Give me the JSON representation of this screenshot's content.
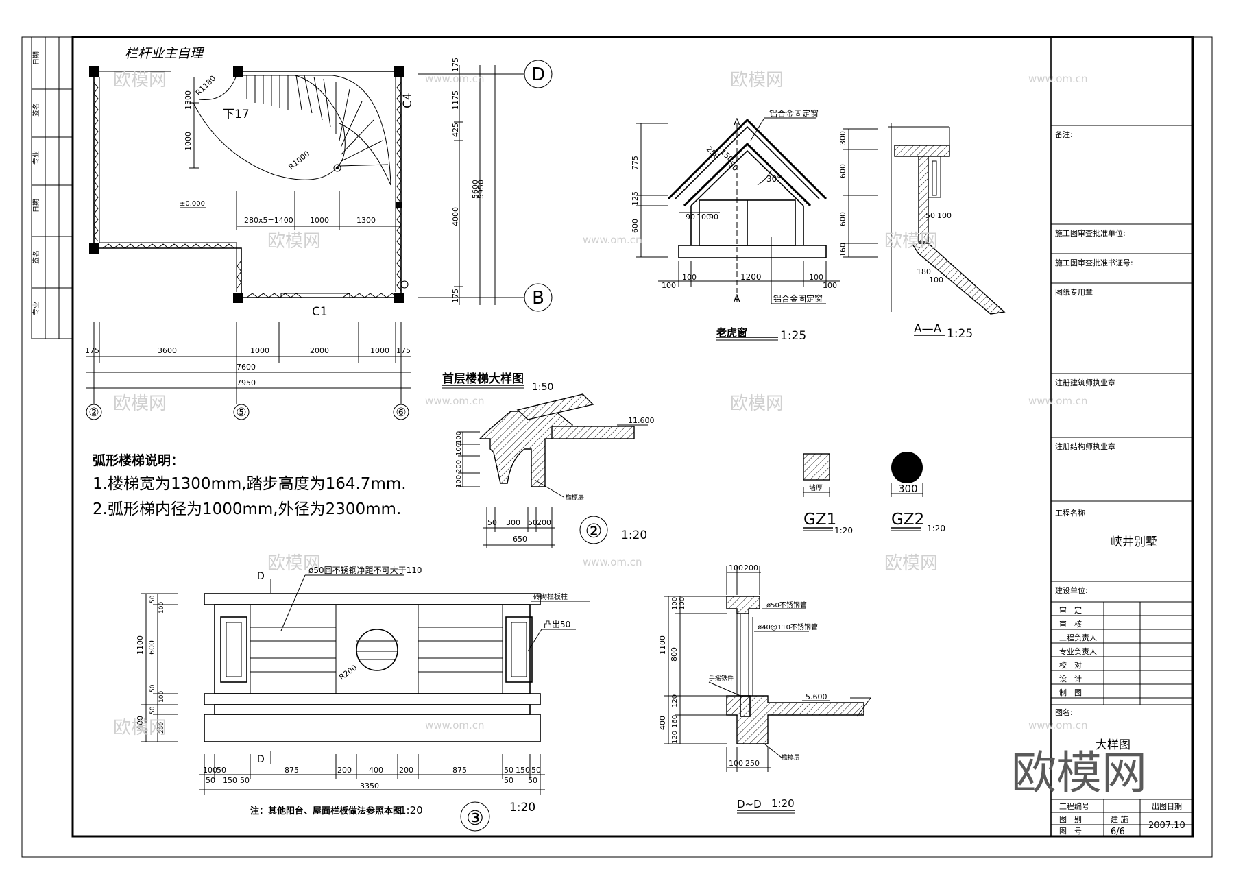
{
  "plan": {
    "railing_note": "栏杆业主自理",
    "stair_down": "下17",
    "r1180": "R1180",
    "r1000": "R1000",
    "elev": "±0.000",
    "c4": "C4",
    "c1": "C1",
    "axis_d": "D",
    "axis_b": "B",
    "axis_2": "②",
    "axis_5": "⑤",
    "axis_6": "⑥",
    "dim_1300": "1300",
    "dim_1000": "1000",
    "treads": "280x5=1400",
    "dim_1000b": "1000",
    "dim_1300b": "1300",
    "right_dims": [
      "175",
      "1175",
      "425",
      "4000",
      "175"
    ],
    "right_5600": "5600",
    "right_5950": "5950",
    "bottom_dims": [
      "175",
      "3600",
      "1000",
      "2000",
      "1000",
      "175"
    ],
    "bottom_7600": "7600",
    "bottom_7950": "7950"
  },
  "notes": {
    "heading": "弧形楼梯说明：",
    "line1": "1.楼梯宽为1300mm,踏步高度为164.7mm.",
    "line2": "2.弧形梯内径为1000mm,外径为2300mm."
  },
  "dormer": {
    "title": "老虎窗",
    "scale": "1:25",
    "label_fixed_top": "铝合金固定窗",
    "label_fixed_bot": "铝合金固定窗",
    "angle": "30°",
    "a_top": "A",
    "a_bot": "A",
    "left_dims": [
      "775",
      "125",
      "600"
    ],
    "bottom_dims": [
      "100",
      "100",
      "1200",
      "100",
      "100"
    ],
    "mid_dims": [
      "90",
      "100",
      "90"
    ],
    "slab_dims": [
      "250",
      "150",
      "50"
    ]
  },
  "section_aa": {
    "title": "A—A",
    "scale": "1:25",
    "dims_right": [
      "300",
      "600",
      "600",
      "160"
    ],
    "dims_small": [
      "50",
      "100",
      "180",
      "100"
    ]
  },
  "stair_detail": {
    "title": "首层楼梯大样图",
    "scale": "1:50",
    "elev": "11.600",
    "circle": "②",
    "circle_scale": "1:20",
    "left_dims": [
      "100",
      "100",
      "200",
      "100"
    ],
    "bottom_dims": [
      "50",
      "300",
      "50",
      "200"
    ],
    "total": "650",
    "label": "檐檩层"
  },
  "gz": {
    "gz1": "GZ1",
    "gz1_scale": "1:20",
    "gz1_label": "墙厚",
    "gz2": "GZ2",
    "gz2_scale": "1:20",
    "gz2_dim": "300"
  },
  "railing": {
    "top_note": "ø50圆不锈钢净距不可大于110",
    "right_note1": "砖砌栏板柱",
    "right_note2": "凸出50",
    "r200": "R200",
    "d_top": "D",
    "d_bot": "D",
    "left_dims": [
      "1100",
      "600",
      "400",
      "50",
      "100",
      "50",
      "100",
      "50",
      "200"
    ],
    "bottom_dims": [
      "100",
      "50",
      "875",
      "200",
      "400",
      "200",
      "875",
      "50",
      "150",
      "50"
    ],
    "bottom_dims2": [
      "50",
      "150",
      "50",
      "50",
      "50"
    ],
    "total": "3350",
    "footnote": "注：其他阳台、屋面栏板做法参照本图",
    "footnote_scale": "1:20",
    "circle": "③",
    "circle_scale": "1:20"
  },
  "section_dd": {
    "title": "D~D",
    "scale": "1:20",
    "pipe1": "ø50不锈钢管",
    "pipe2": "ø40@110不锈钢管",
    "label_handrail": "手摇铁件",
    "label_beam": "檐檩层",
    "elev": "5.600",
    "top_dims": [
      "100",
      "200"
    ],
    "left_dims": [
      "1100",
      "800",
      "400",
      "100",
      "100",
      "120",
      "160",
      "120"
    ],
    "bottom_dims": [
      "100",
      "250"
    ]
  },
  "title_block": {
    "remarks": "备注:",
    "review_unit": "施工图审查批准单位:",
    "review_cert": "施工图审查批准书证号:",
    "seal": "图纸专用章",
    "arch_seal": "注册建筑师执业章",
    "struct_seal": "注册结构师执业章",
    "project_label": "工程名称",
    "project_name": "峡井别墅",
    "client": "建设单位:",
    "roles": [
      "审　定",
      "审　核",
      "工程负责人",
      "专业负责人",
      "校　对",
      "设　计",
      "制　图"
    ],
    "drawing_label": "图名:",
    "drawing_name": "大样图",
    "proj_no": "工程编号",
    "category": "图　别",
    "category_val": "建 施",
    "sheet_no": "图　号",
    "sheet_val": "6/6",
    "date_label": "出图日期",
    "date_val": "2007.10"
  },
  "left_strip": {
    "labels": [
      "日期",
      "签名",
      "专业",
      "日期",
      "签名",
      "专业"
    ]
  },
  "watermark": {
    "cn": "欧模网",
    "url": "www.om.cn",
    "big": "欧模网"
  }
}
